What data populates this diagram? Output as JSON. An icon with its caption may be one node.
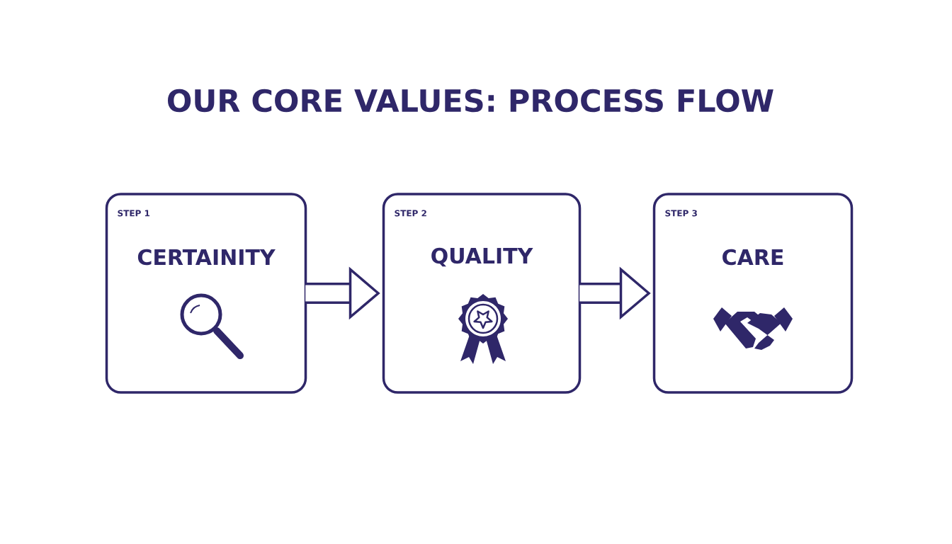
{
  "diagram": {
    "title": "OUR CORE VALUES: PROCESS FLOW",
    "nodes": [
      {
        "text": [
          "STEP 1",
          "CERTAINITY"
        ]
      },
      {
        "text": [
          "STEP 2",
          "QUALITY"
        ]
      },
      {
        "text": [
          "STEP 3",
          "CARE"
        ]
      }
    ],
    "edges": [
      {
        "from": 0,
        "to": 1,
        "arrow": "to"
      },
      {
        "from": 1,
        "to": 2,
        "arrow": "to"
      }
    ]
  }
}
